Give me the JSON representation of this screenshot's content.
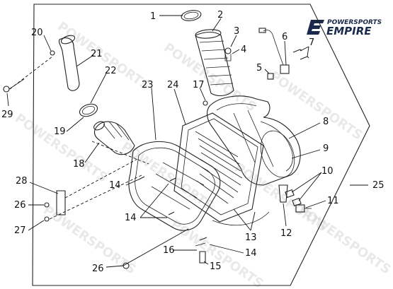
{
  "brand": {
    "line1": "POWERSPORTS",
    "line2": "EMPIRE",
    "color": "#1a2a4a"
  },
  "watermark": "POWERSPORTS",
  "callouts": [
    "1",
    "2",
    "3",
    "4",
    "5",
    "6",
    "7",
    "8",
    "9",
    "10",
    "11",
    "12",
    "13",
    "14",
    "14",
    "14",
    "14",
    "15",
    "16",
    "17",
    "18",
    "19",
    "20",
    "21",
    "22",
    "23",
    "24",
    "25",
    "26",
    "26",
    "27",
    "28",
    "29"
  ]
}
